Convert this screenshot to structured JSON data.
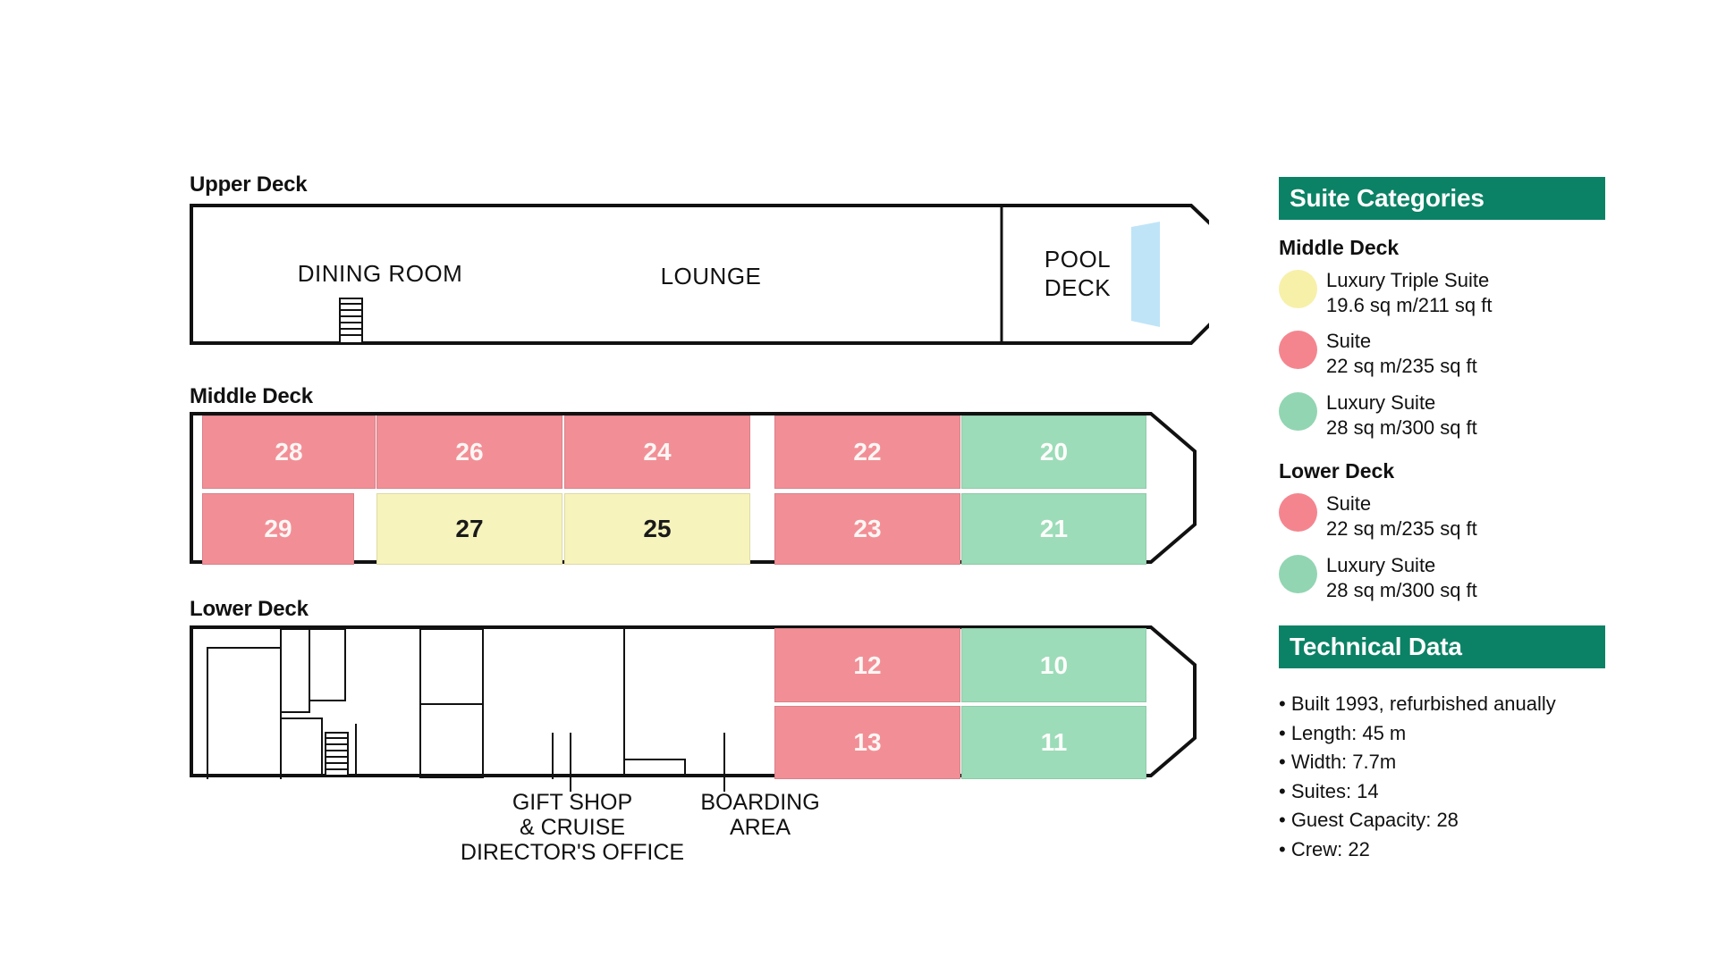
{
  "decks": {
    "upper": {
      "label": "Upper Deck",
      "rooms": [
        {
          "name": "DINING ROOM"
        },
        {
          "name": "LOUNGE"
        },
        {
          "name": "POOL\nDECK"
        }
      ],
      "pool_icon": "pool-shape"
    },
    "middle": {
      "label": "Middle Deck",
      "cabins_top": [
        {
          "number": "28",
          "category": "suite",
          "color": "pink"
        },
        {
          "number": "26",
          "category": "suite",
          "color": "pink"
        },
        {
          "number": "24",
          "category": "suite",
          "color": "pink"
        },
        {
          "number": "22",
          "category": "suite",
          "color": "pink"
        },
        {
          "number": "20",
          "category": "luxury-suite",
          "color": "green"
        }
      ],
      "cabins_bottom": [
        {
          "number": "29",
          "category": "suite",
          "color": "pink"
        },
        {
          "number": "27",
          "category": "luxury-triple-suite",
          "color": "yellow"
        },
        {
          "number": "25",
          "category": "luxury-triple-suite",
          "color": "yellow"
        },
        {
          "number": "23",
          "category": "suite",
          "color": "pink"
        },
        {
          "number": "21",
          "category": "luxury-suite",
          "color": "green"
        }
      ]
    },
    "lower": {
      "label": "Lower Deck",
      "cabins_top": [
        {
          "number": "12",
          "category": "suite",
          "color": "pink"
        },
        {
          "number": "10",
          "category": "luxury-suite",
          "color": "green"
        }
      ],
      "cabins_bottom": [
        {
          "number": "13",
          "category": "suite",
          "color": "pink"
        },
        {
          "number": "11",
          "category": "luxury-suite",
          "color": "green"
        }
      ],
      "callouts": [
        {
          "text": "GIFT SHOP\n& CRUISE\nDIRECTOR'S OFFICE"
        },
        {
          "text": "BOARDING\nAREA"
        }
      ]
    }
  },
  "legend": {
    "title": "Suite Categories",
    "groups": [
      {
        "title": "Middle Deck",
        "items": [
          {
            "name": "Luxury Triple Suite",
            "size": "19.6 sq m/211 sq ft",
            "color": "#f7f0a9"
          },
          {
            "name": "Suite",
            "size": "22 sq m/235 sq ft",
            "color": "#f4858f"
          },
          {
            "name": "Luxury Suite",
            "size": "28 sq m/300 sq ft",
            "color": "#92d5b2"
          }
        ]
      },
      {
        "title": "Lower Deck",
        "items": [
          {
            "name": "Suite",
            "size": "22 sq m/235 sq ft",
            "color": "#f4858f"
          },
          {
            "name": "Luxury Suite",
            "size": "28 sq m/300 sq ft",
            "color": "#92d5b2"
          }
        ]
      }
    ]
  },
  "technical": {
    "title": "Technical Data",
    "items": [
      "• Built 1993, refurbished anually",
      "• Length: 45 m",
      "• Width: 7.7m",
      "• Suites: 14",
      "• Guest Capacity: 28",
      "• Crew: 22"
    ]
  },
  "colors": {
    "accent_teal": "#0b8265",
    "pink": "#f28f96",
    "green": "#9cdcb9",
    "yellow": "#f7f3bd",
    "pool_blue": "#bfe4f7"
  }
}
